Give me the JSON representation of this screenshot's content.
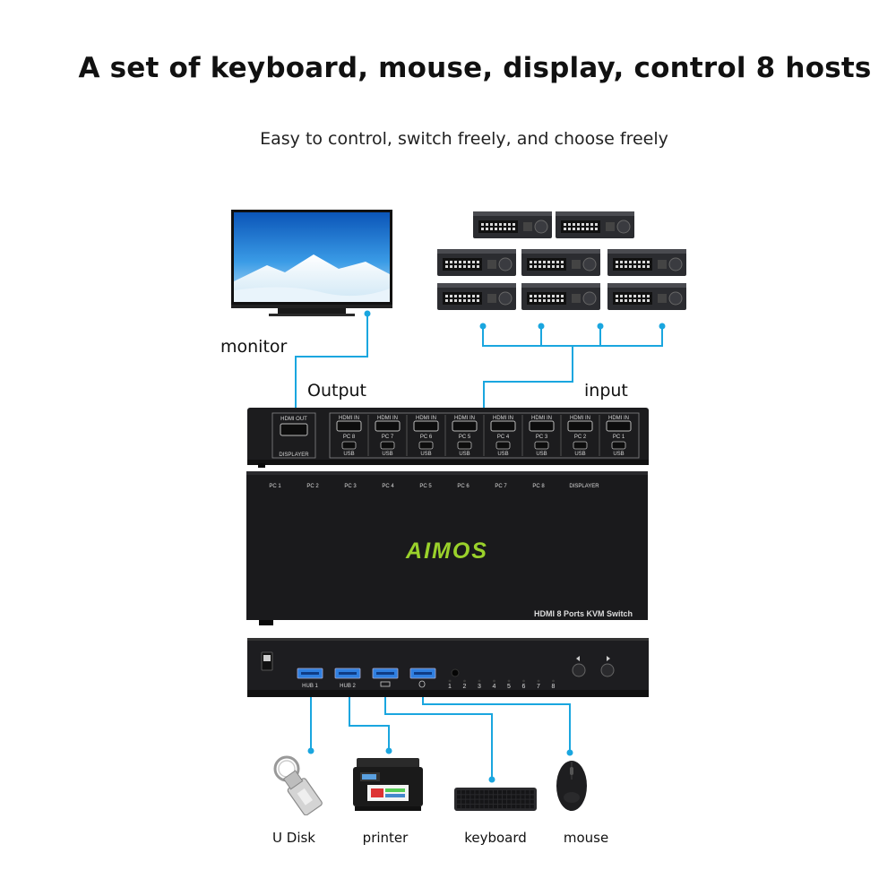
{
  "header": {
    "title": "A set of keyboard, mouse, display, control 8 hosts",
    "subtitle": "Easy to control, switch freely, and choose freely"
  },
  "labels": {
    "monitor": "monitor",
    "output": "Output",
    "input": "input"
  },
  "rear_panel": {
    "hdmi_out": "HDMI OUT",
    "displayer": "DISPLAYER",
    "hdmi_in": "HDMI IN",
    "usb": "USB",
    "pc_ports": [
      "PC 8",
      "PC 7",
      "PC 6",
      "PC 5",
      "PC 4",
      "PC 3",
      "PC 2",
      "PC 1"
    ]
  },
  "top_panel": {
    "pc_labels": [
      "PC 1",
      "PC 2",
      "PC 3",
      "PC 4",
      "PC 5",
      "PC 6",
      "PC 7",
      "PC 8"
    ],
    "displayer": "DISPLAYER",
    "brand": "AIMOS",
    "model": "HDMI 8 Ports KVM Switch"
  },
  "front_panel": {
    "hub1": "HUB 1",
    "hub2": "HUB 2",
    "leds": [
      "1",
      "2",
      "3",
      "4",
      "5",
      "6",
      "7",
      "8"
    ]
  },
  "peripherals": [
    "U Disk",
    "printer",
    "keyboard",
    "mouse"
  ],
  "colors": {
    "connector_line": "#1aa6df",
    "device_body": "#1c1c1e",
    "brand_green": "#9ad12b",
    "usb_blue": "#2f7fe0"
  }
}
